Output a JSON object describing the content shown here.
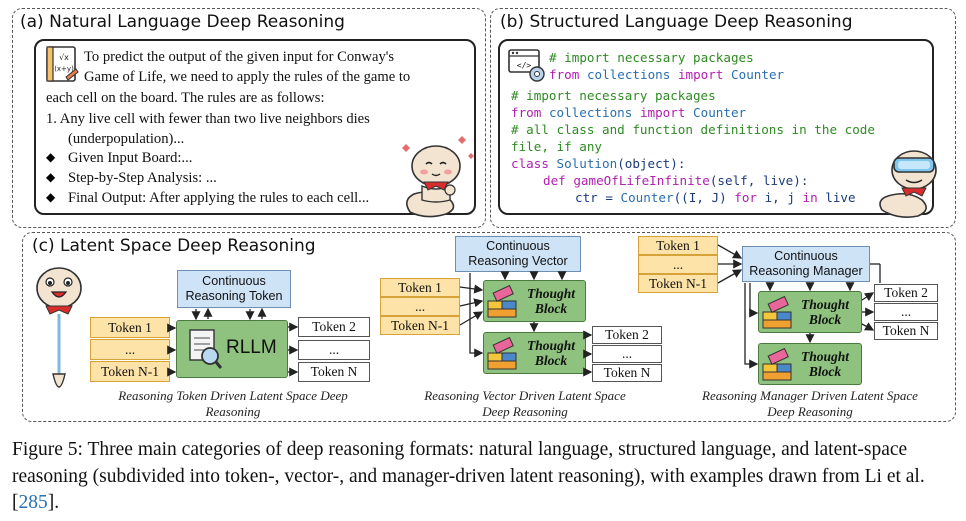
{
  "panel_a": {
    "title": "(a) Natural Language Deep Reasoning",
    "lines": [
      "To predict the output of the given input for Conway's",
      "Game of Life, we need to apply the rules of the game to",
      "each cell on the board. The rules are as follows:",
      "1.   Any live cell with fewer than two live neighbors dies",
      "(underpopulation)...",
      "Given Input Board:...",
      "Step-by-Step Analysis: ...",
      "Final Output: After applying the rules to each cell..."
    ],
    "icon_text": "√x (x+y)"
  },
  "panel_b": {
    "title": "(b) Structured Language Deep Reasoning",
    "code": {
      "l1_comment": "# import necessary packages",
      "l2_from": "from",
      "l2_mod": "collections",
      "l2_import": "import",
      "l2_name": "Counter",
      "l3_comment": "# import necessary packages",
      "l4_from": "from",
      "l4_mod": "collections",
      "l4_import": "import",
      "l4_name": "Counter",
      "l5_comment": "# all class and function definitions in the code",
      "l6_comment": "file, if any",
      "l7_class": "class",
      "l7_name": "Solution",
      "l7_rest": "(object):",
      "l8_def": "def",
      "l8_name": "gameOfLifeInfinite",
      "l8_rest": "(self, live):",
      "l9_a": "ctr = ",
      "l9_counter": "Counter",
      "l9_b": "((I, J) ",
      "l9_for": "for",
      "l9_c": " i, j ",
      "l9_in": "in",
      "l9_d": " live"
    },
    "icon_text": "</>"
  },
  "panel_c": {
    "title": "(c) Latent Space Deep Reasoning",
    "token_1": "Token 1",
    "token_dots": "...",
    "token_n1": "Token N-1",
    "token_2": "Token 2",
    "token_n": "Token N",
    "rt": {
      "box_label": "Continuous Reasoning Token",
      "rllm_label": "RLLM",
      "caption": "Reasoning Token Driven Latent Space Deep Reasoning"
    },
    "rv": {
      "box_label": "Continuous Reasoning Vector",
      "thought_label": "Thought Block",
      "caption": "Reasoning Vector Driven Latent Space Deep Reasoning"
    },
    "rm": {
      "box_label": "Continuous Reasoning Manager",
      "thought_label": "Thought Block",
      "caption": "Reasoning Manager Driven Latent Space Deep Reasoning"
    }
  },
  "figure_caption": {
    "text": "Figure 5: Three main categories of deep reasoning formats: natural language, structured language, and latent-space reasoning (subdivided into token-, vector-, and manager-driven latent reasoning), with examples drawn from Li et al. [",
    "citation": "285",
    "end": "]."
  },
  "colors": {
    "token_fill": "#fde3a7",
    "blue_fill": "#cfe3f7",
    "green_fill": "#8ec27e",
    "code_comment": "#2e8b22",
    "code_keyword": "#b020b0",
    "code_identifier": "#2a6fb0"
  }
}
